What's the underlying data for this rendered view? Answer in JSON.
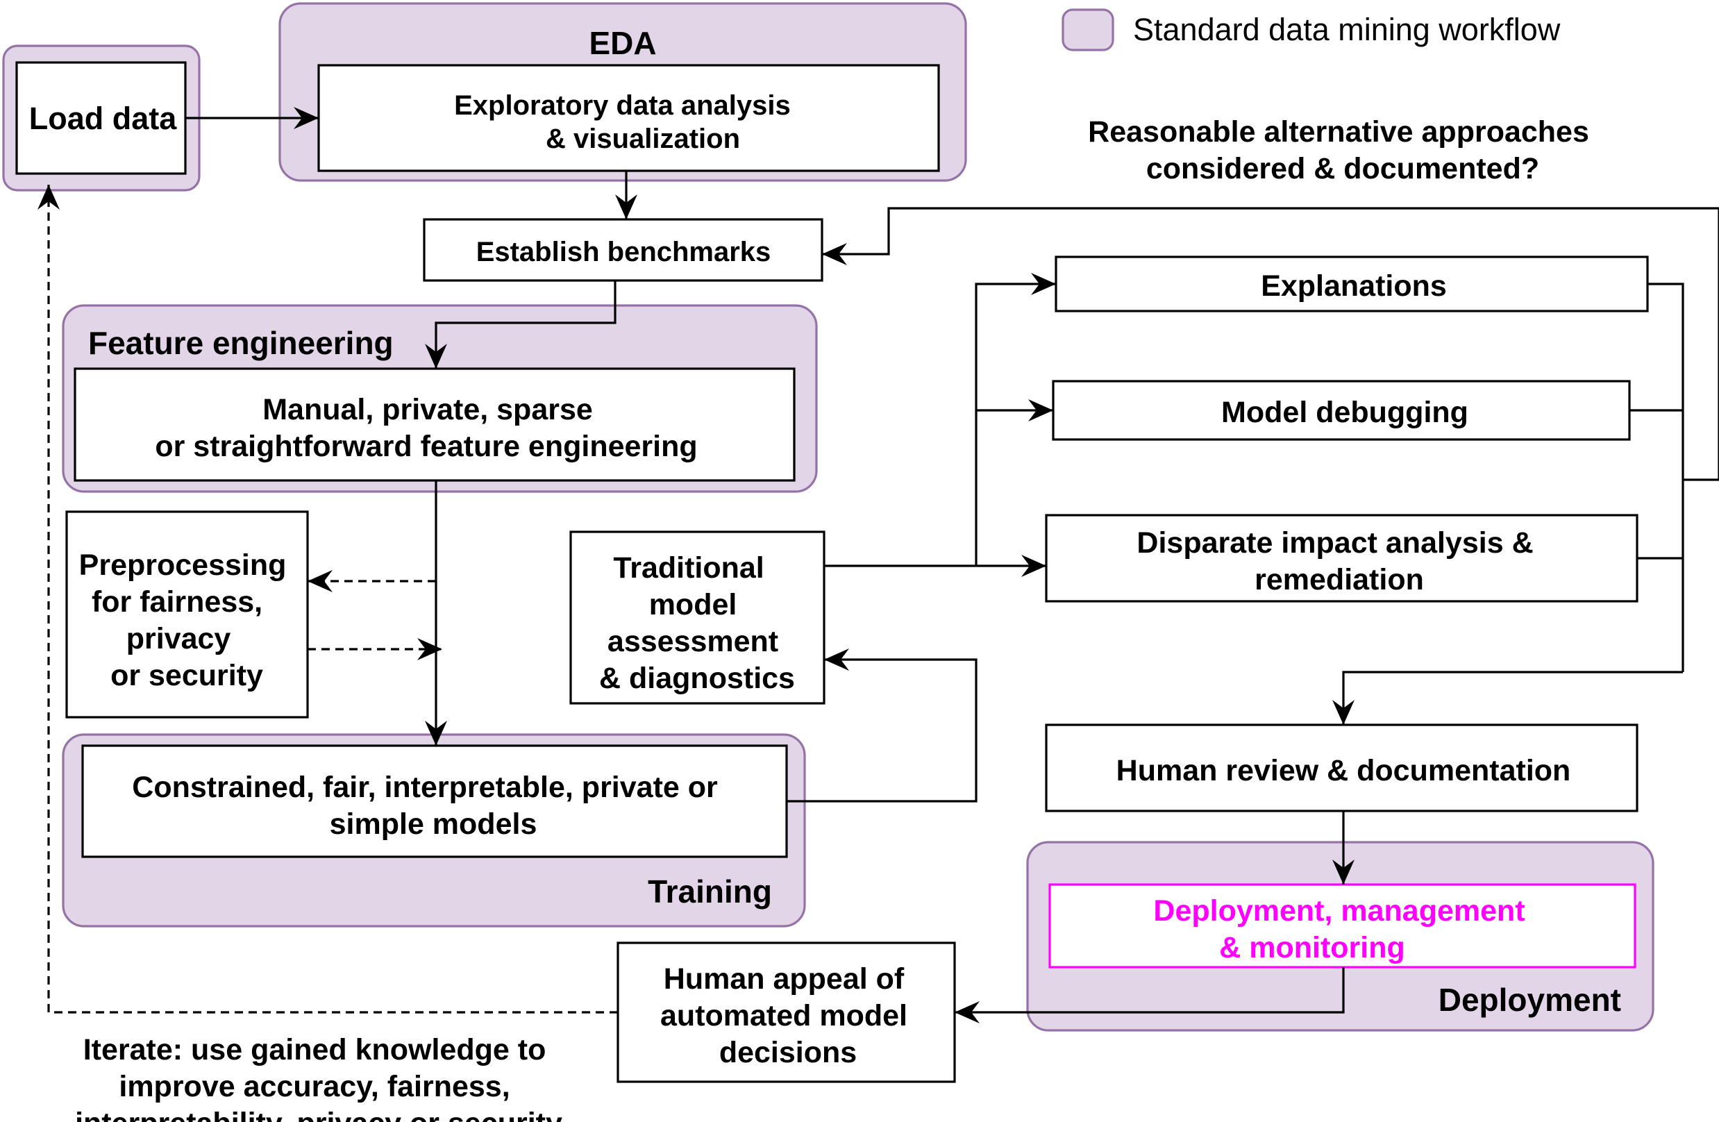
{
  "colors": {
    "group_fill": "#e1d5e7",
    "group_stroke": "#9673a6",
    "accent": "#ff00ff",
    "line": "#000000"
  },
  "legend": {
    "label": "Standard data mining workflow"
  },
  "groups": {
    "eda": "EDA",
    "feature_engineering": "Feature engineering",
    "training": "Training",
    "deployment": "Deployment"
  },
  "nodes": {
    "load_data": [
      "Load data"
    ],
    "eda_box": [
      "Exploratory data analysis",
      "& visualization"
    ],
    "benchmarks": [
      "Establish benchmarks"
    ],
    "feature_box": [
      "Manual, private, sparse",
      "or straightforward feature engineering"
    ],
    "preprocessing": [
      "Preprocessing",
      "for fairness,",
      "privacy",
      "or security"
    ],
    "training_box": [
      "Constrained, fair, interpretable, private or",
      "simple models"
    ],
    "traditional": [
      "Traditional",
      "model",
      "assessment",
      "& diagnostics"
    ],
    "explanations": [
      "Explanations"
    ],
    "debugging": [
      "Model debugging"
    ],
    "disparate": [
      "Disparate impact analysis &",
      "remediation"
    ],
    "human_review": [
      "Human review & documentation"
    ],
    "deploy_box": [
      "Deployment, management",
      "& monitoring"
    ],
    "appeal": [
      "Human appeal of",
      "automated model",
      "decisions"
    ]
  },
  "annotations": {
    "alternatives": [
      "Reasonable alternative approaches",
      "considered & documented?"
    ],
    "iterate": [
      "Iterate: use gained knowledge to",
      "improve accuracy, fairness,",
      "interpretability, privacy or security"
    ]
  }
}
